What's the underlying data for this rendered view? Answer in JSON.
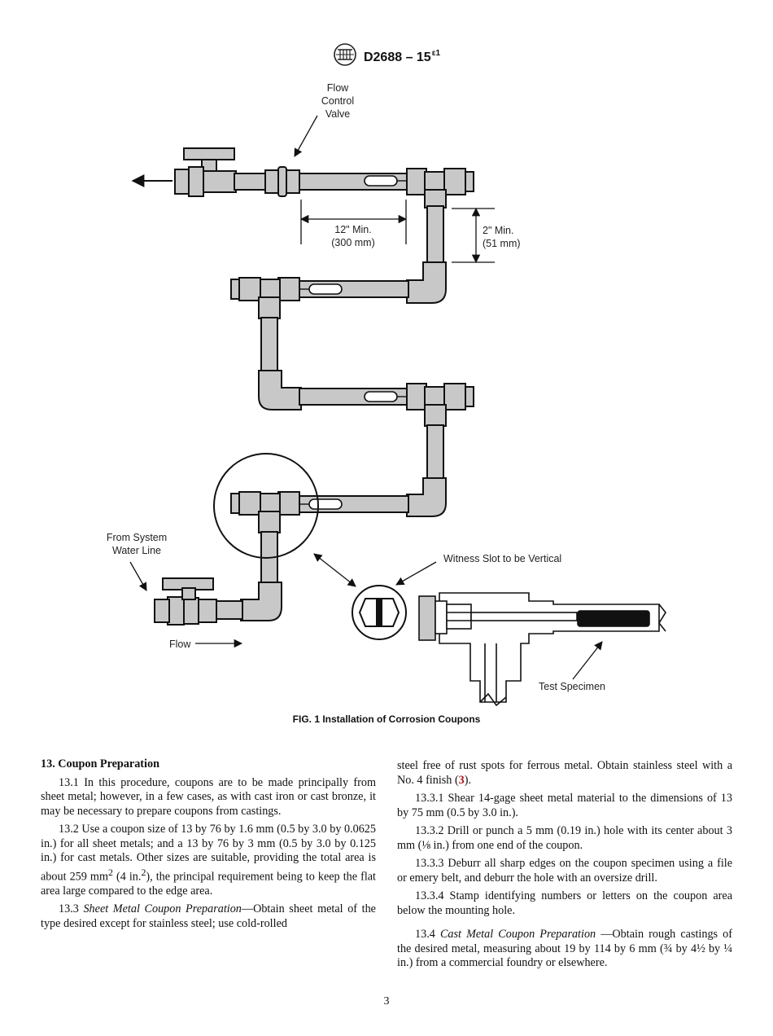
{
  "header": {
    "designation": "D2688 – 15",
    "epsilon": "ε1"
  },
  "figure": {
    "labels": {
      "flow_control_valve": [
        "Flow",
        "Control",
        "Valve"
      ],
      "dim_12": [
        "12\" Min.",
        "(300 mm)"
      ],
      "dim_2": [
        "2\" Min.",
        "(51 mm)"
      ],
      "from_system": [
        "From System",
        "Water Line"
      ],
      "witness_slot": "Witness Slot to be Vertical",
      "flow": "Flow",
      "test_specimen": "Test Specimen"
    },
    "caption": "FIG. 1 Installation of Corrosion Coupons"
  },
  "section": {
    "heading": "13. Coupon Preparation",
    "p13_1": "13.1 In this procedure, coupons are to be made principally from sheet metal; however, in a few cases, as with cast iron or cast bronze, it may be necessary to prepare coupons from castings.",
    "p13_2a": "13.2 Use a coupon size of 13 by 76 by 1.6 mm (0.5 by 3.0 by 0.0625 in.) for all sheet metals; and a 13 by 76 by 3 mm (0.5 by 3.0 by 0.125 in.) for cast metals. Other sizes are suitable, providing the total area is about 259 mm",
    "p13_2b": " (4 in.",
    "p13_2c": "), the principal requirement being to keep the flat area large compared to the edge area.",
    "sup2": "2",
    "p13_3_num": "13.3 ",
    "p13_3_title": "Sheet Metal Coupon Preparation",
    "p13_3_text": "—Obtain sheet metal of the type desired except for stainless steel; use cold-rolled",
    "p13_3_cont_a": "steel free of rust spots for ferrous metal. Obtain stainless steel with a No. 4 finish (",
    "ref3": "3",
    "p13_3_cont_b": ").",
    "p13_3_1": "13.3.1 Shear 14-gage sheet metal material to the dimensions of 13 by 75 mm (0.5 by 3.0 in.).",
    "p13_3_2": "13.3.2 Drill or punch a 5 mm (0.19 in.) hole with its center about 3 mm (⅛ in.) from one end of the coupon.",
    "p13_3_3": "13.3.3 Deburr all sharp edges on the coupon specimen using a file or emery belt, and deburr the hole with an oversize drill.",
    "p13_3_4": "13.3.4 Stamp identifying numbers or letters on the coupon area below the mounting hole.",
    "p13_4_num": "13.4 ",
    "p13_4_title": "Cast Metal Coupon Preparation",
    "p13_4_text": " —Obtain rough castings of the desired metal, measuring about 19 by 114 by 6 mm (¾ by 4½ by ¼ in.) from a commercial foundry or elsewhere."
  },
  "page_number": "3",
  "colors": {
    "pipe": "#c8c8c8",
    "outline": "#111111",
    "reference": "#b3141c"
  }
}
